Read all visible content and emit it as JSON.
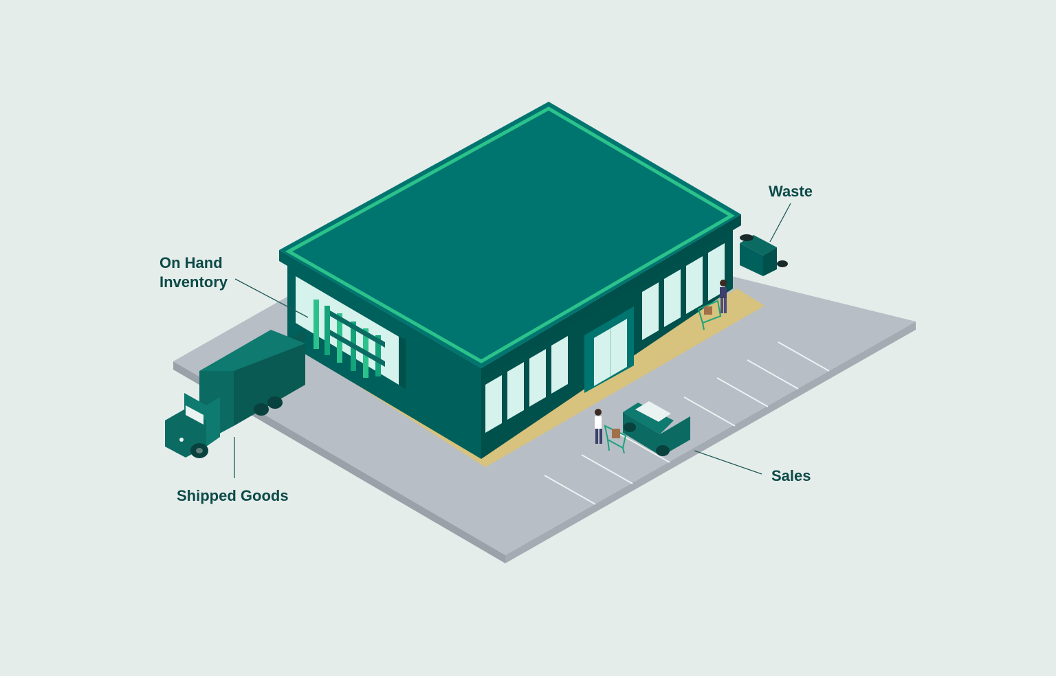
{
  "labels": {
    "on_hand_line1": "On Hand",
    "on_hand_line2": "Inventory",
    "waste": "Waste",
    "shipped_goods": "Shipped Goods",
    "sales": "Sales"
  },
  "colors": {
    "background": "#e5edeb",
    "lot_top": "#b8bec5",
    "lot_side": "#9aa1a9",
    "roof": "#00756f",
    "roof_trim": "#2bc28b",
    "building_front": "#00605b",
    "building_side": "#00504c",
    "window": "#d6f2ec",
    "sidewalk": "#d7c27e",
    "truck": "#0b6b63",
    "label_text": "#0c4a47"
  },
  "icons": [
    "store-building",
    "delivery-truck",
    "dumpster",
    "car",
    "shopping-cart",
    "shopper"
  ]
}
